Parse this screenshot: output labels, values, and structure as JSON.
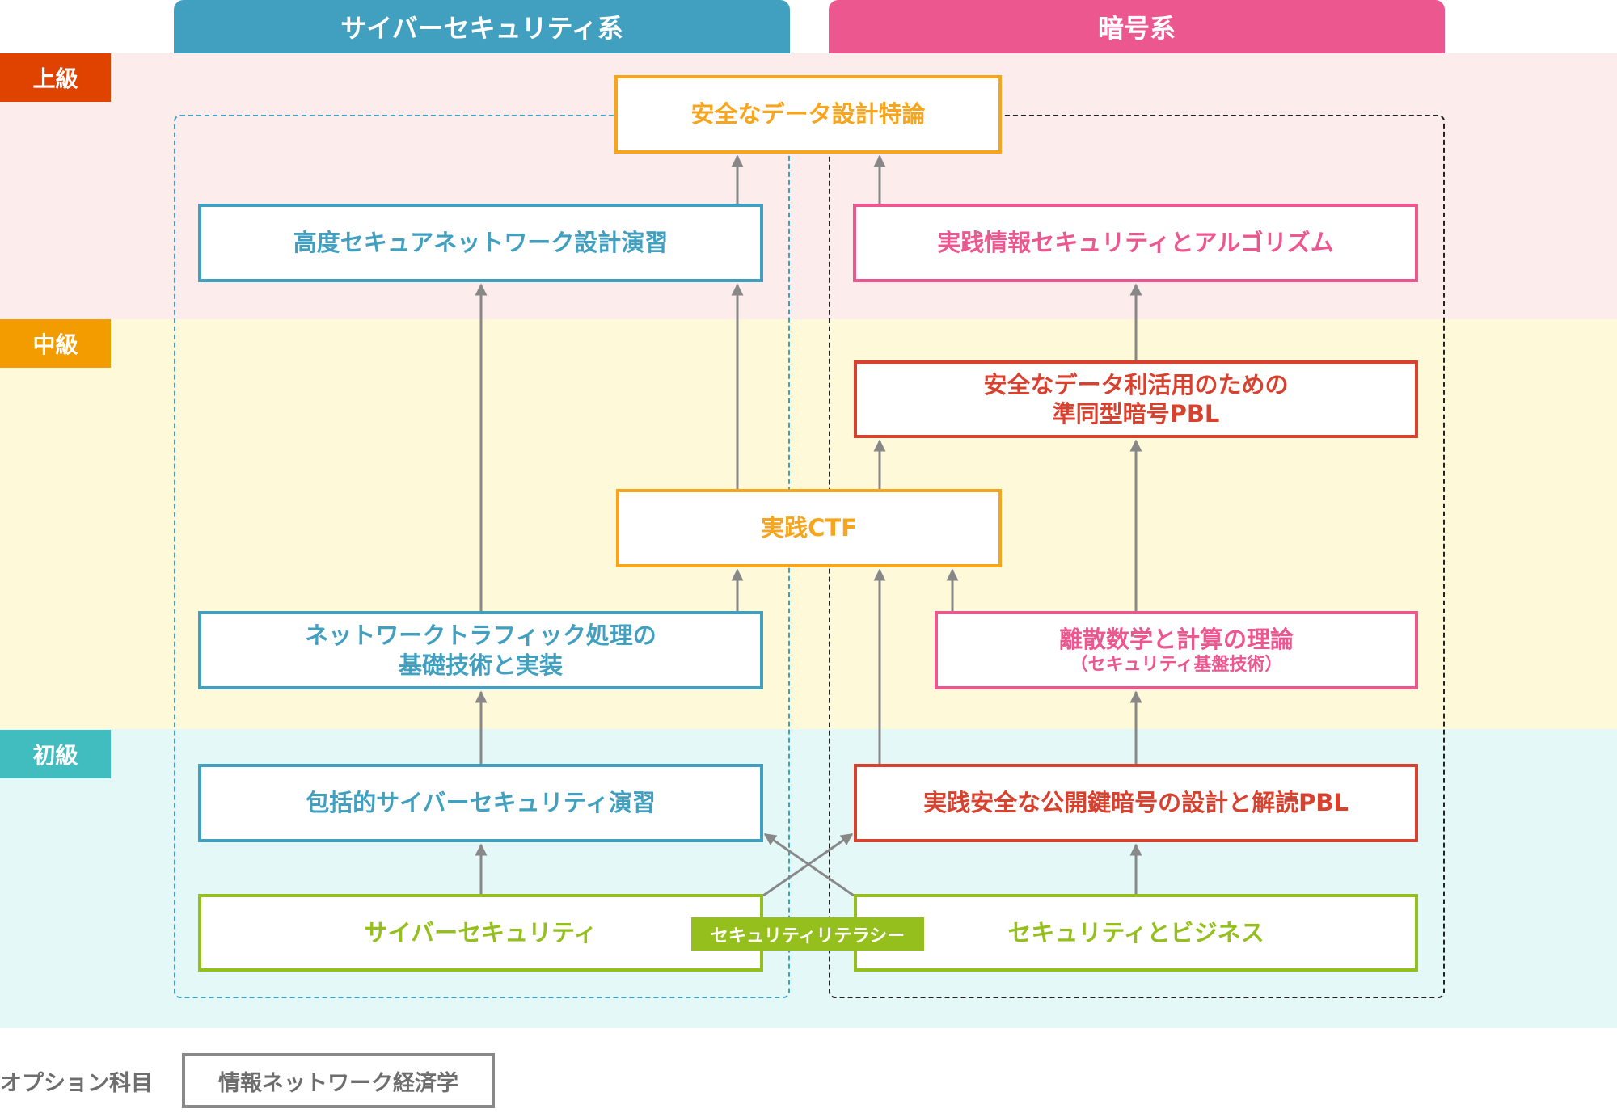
{
  "tracks": {
    "cyber": {
      "label": "サイバーセキュリティ系",
      "color": "#41a0bf"
    },
    "crypto": {
      "label": "暗号系",
      "color": "#ec5790"
    }
  },
  "levels": {
    "advanced": {
      "label": "上級",
      "color": "#e04300",
      "band_color": "#fcecec"
    },
    "intermediate": {
      "label": "中級",
      "color": "#f39c00",
      "band_color": "#fef9d9"
    },
    "beginner": {
      "label": "初級",
      "color": "#41bcbf",
      "band_color": "#e4f8f8"
    }
  },
  "courses": {
    "secure_data_design": {
      "line1": "安全なデータ設計特論",
      "color": "#f6a51c"
    },
    "adv_secure_network": {
      "line1": "高度セキュアネットワーク設計演習",
      "color": "#41a0bf"
    },
    "practical_info_sec_algo": {
      "line1": "実践情報セキュリティとアルゴリズム",
      "color": "#ec5790"
    },
    "homomorphic_pbl": {
      "line1": "安全なデータ利活用のための",
      "line2": "準同型暗号PBL",
      "color": "#d9412f"
    },
    "practical_ctf": {
      "line1": "実践CTF",
      "color": "#f6a51c"
    },
    "network_traffic": {
      "line1": "ネットワークトラフィック処理の",
      "line2": "基礎技術と実装",
      "color": "#41a0bf"
    },
    "discrete_math": {
      "line1": "離散数学と計算の理論",
      "line2": "（セキュリティ基盤技術）",
      "color": "#ec5790"
    },
    "comprehensive_cyber": {
      "line1": "包括的サイバーセキュリティ演習",
      "color": "#41a0bf"
    },
    "public_key_pbl": {
      "line1": "実践安全な公開鍵暗号の設計と解読PBL",
      "color": "#d9412f"
    },
    "cyber_security": {
      "line1": "サイバーセキュリティ",
      "color": "#94bf1c"
    },
    "security_business": {
      "line1": "セキュリティとビジネス",
      "color": "#94bf1c"
    }
  },
  "literacy_badge": {
    "label": "セキュリティリテラシー",
    "color": "#94bf1c"
  },
  "options": {
    "label": "オプション科目",
    "course": "情報ネットワーク経済学"
  },
  "arrow_color": "#888888"
}
